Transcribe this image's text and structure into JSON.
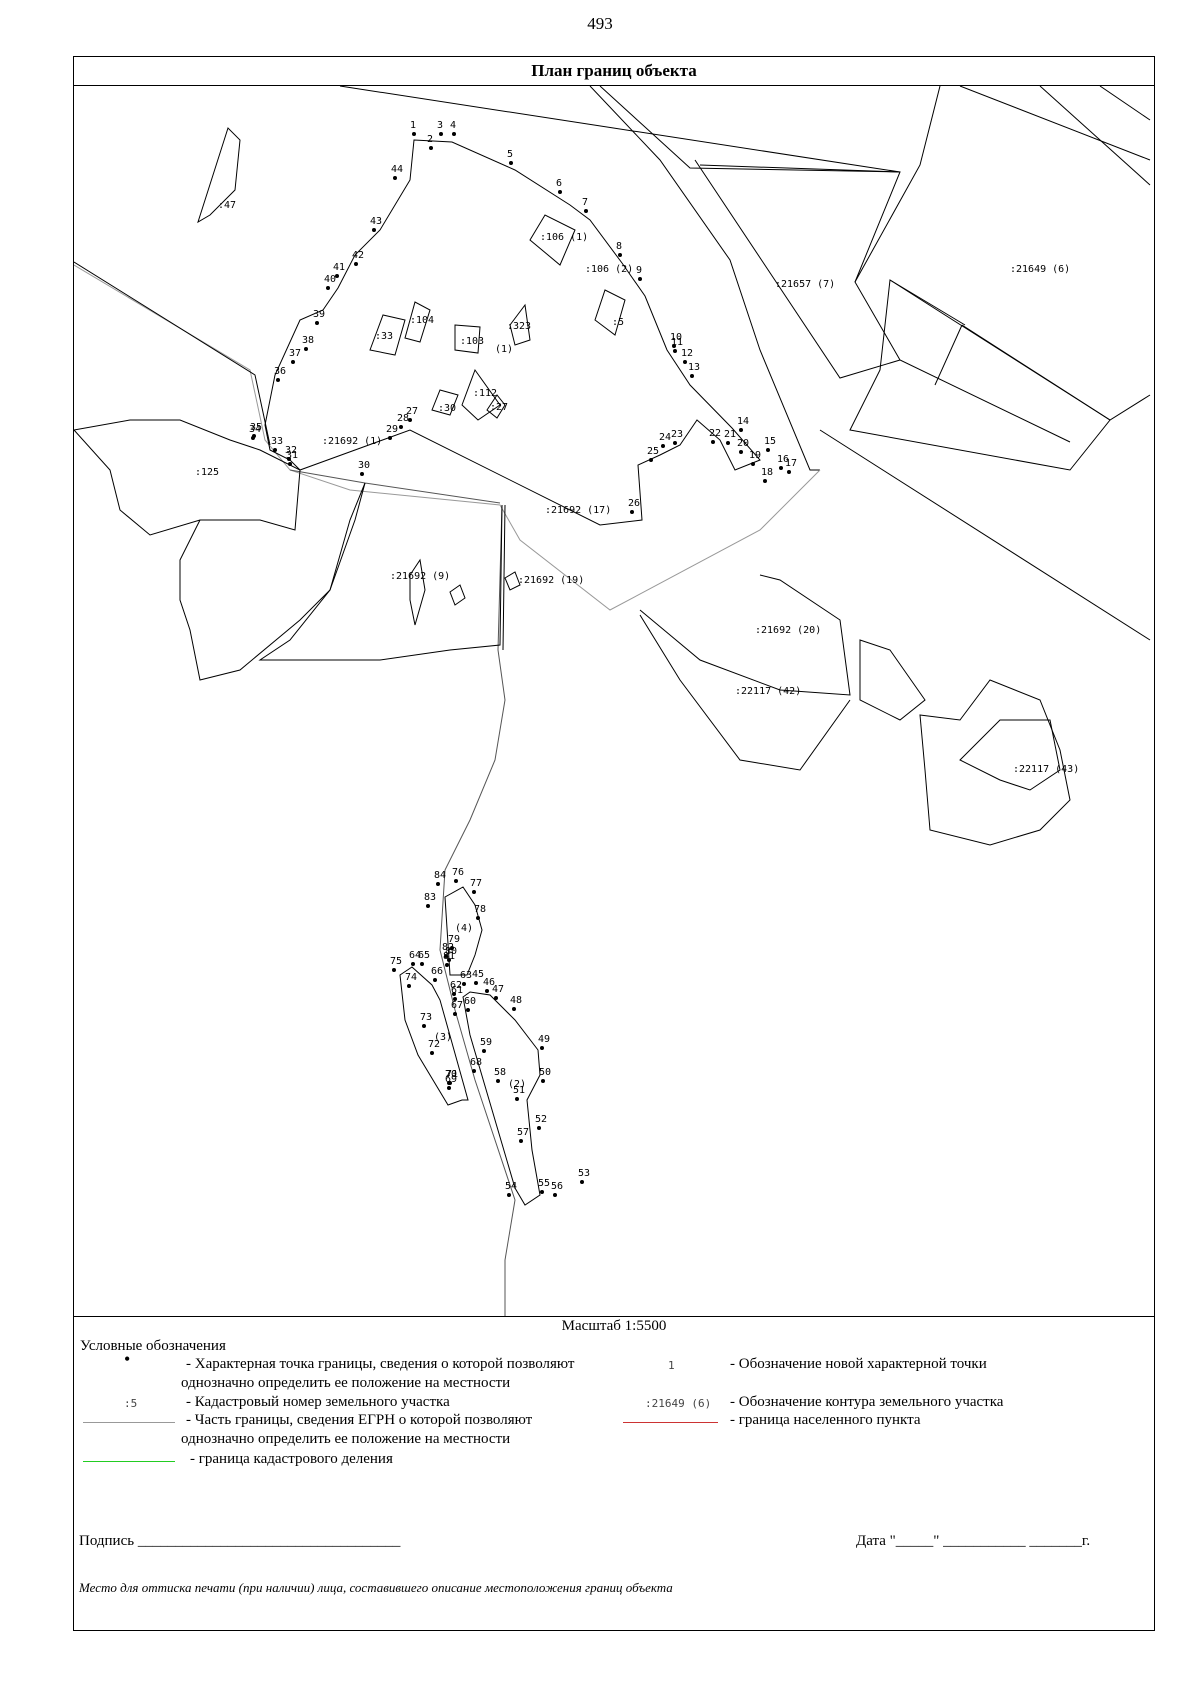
{
  "page_number": "493",
  "title": "План границ объекта",
  "scale": "Масштаб 1:5500",
  "legend": {
    "title": "Условные обозначения",
    "point_desc_1": "- Характерная точка границы, сведения о которой позволяют",
    "point_desc_2": "однозначно определить ее положение на местности",
    "new_point_symbol": "1",
    "new_point_desc": "- Обозначение новой характерной точки",
    "cadastral_symbol": ":5",
    "cadastral_desc": "- Кадастровый номер земельного участка",
    "contour_symbol": ":21649 (6)",
    "contour_desc": "- Обозначение контура земельного участка",
    "egrn_desc_1": "- Часть границы, сведения ЕГРН о которой позволяют",
    "egrn_desc_2": "однозначно определить ее положение на местности",
    "settlement_desc": "- граница населенного пункта",
    "cadastral_div_desc": "- граница кадастрового деления",
    "colors": {
      "settlement": "#cc3333",
      "cadastral_division": "#22cc22",
      "egrn": "#999999"
    }
  },
  "signature_label": "Подпись ___________________________________",
  "date_label": "Дата \"_____\" ___________ _______г.",
  "stamp_note": "Место для оттиска печати (при наличии) лица, составившего описание местоположения границ объекта",
  "map": {
    "parcel_labels": [
      ":47",
      ":106 (1)",
      ":106 (2)",
      ":5",
      ":21657 (7)",
      ":21649 (6)",
      ":33",
      ":104",
      ":103",
      ":323",
      "(1)",
      ":30",
      ":112",
      ":27",
      ":125",
      ":21692 (1)",
      ":21692 (17)",
      ":21692 (9)",
      ":21692 (19)",
      ":21692 (20)",
      ":22117 (42)",
      ":22117 (43)",
      "(4)",
      "(3)",
      "(2)"
    ],
    "point_labels": [
      "1",
      "2",
      "3",
      "4",
      "5",
      "6",
      "7",
      "8",
      "9",
      "10",
      "11",
      "12",
      "13",
      "14",
      "15",
      "16",
      "17",
      "18",
      "19",
      "20",
      "21",
      "22",
      "23",
      "24",
      "25",
      "26",
      "27",
      "28",
      "29",
      "30",
      "31",
      "32",
      "33",
      "34",
      "35",
      "36",
      "37",
      "38",
      "39",
      "40",
      "41",
      "42",
      "43",
      "44",
      "45",
      "46",
      "47",
      "48",
      "49",
      "50",
      "51",
      "52",
      "53",
      "54",
      "55",
      "56",
      "57",
      "58",
      "59",
      "60",
      "61",
      "62",
      "63",
      "64",
      "65",
      "66",
      "67",
      "68",
      "69",
      "70",
      "71",
      "72",
      "73",
      "74",
      "75",
      "76",
      "77",
      "78",
      "79",
      "80",
      "81",
      "82",
      "83",
      "84"
    ]
  }
}
